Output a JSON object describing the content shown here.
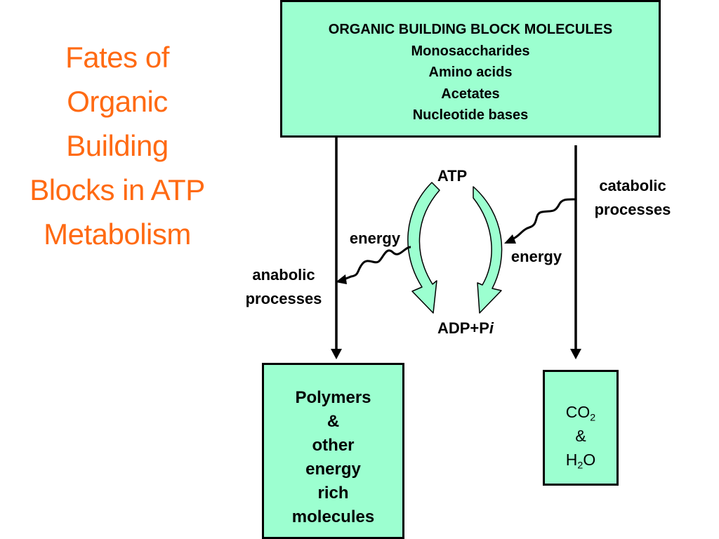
{
  "title": {
    "lines": [
      "Fates of",
      "Organic",
      "Building",
      "Blocks in ATP",
      "Metabolism"
    ],
    "color": "#ff6a13"
  },
  "top_box": {
    "heading": "ORGANIC BUILDING BLOCK MOLECULES",
    "items": [
      "Monosaccharides",
      "Amino acids",
      "Acetates",
      "Nucleotide bases"
    ]
  },
  "labels": {
    "atp": "ATP",
    "adp_pi_main": "ADP+P",
    "adp_pi_italic": "i",
    "energy_left": "energy",
    "energy_right": "energy",
    "anabolic_1": "anabolic",
    "anabolic_2": "processes",
    "catabolic_1": "catabolic",
    "catabolic_2": "processes"
  },
  "polymers_box": {
    "lines": [
      "Polymers",
      "&",
      "other",
      "energy",
      "rich",
      "molecules"
    ]
  },
  "co2_box": {
    "co2_main": "CO",
    "co2_sub": "2",
    "amp": "&",
    "h2o_h": "H",
    "h2o_sub": "2",
    "h2o_o": "O"
  },
  "colors": {
    "box_fill": "#9cffd0",
    "arrow_fill": "#9cffd0"
  }
}
